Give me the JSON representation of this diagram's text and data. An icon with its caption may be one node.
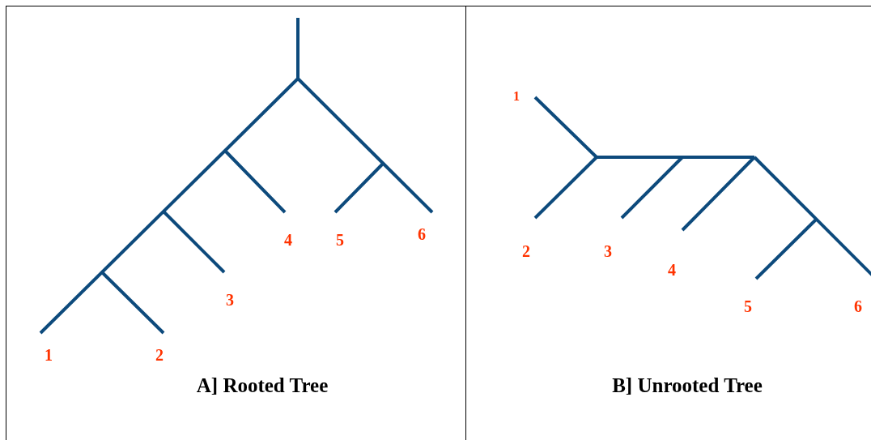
{
  "diagram": {
    "nodes": [
      {
        "text": [
          "A] Rooted Tree"
        ]
      },
      {
        "text": [
          "B] Unrooted Tree"
        ]
      }
    ],
    "labels": [
      "1",
      "2",
      "3",
      "4",
      "5",
      "6",
      "1",
      "2",
      "3",
      "4",
      "5",
      "6"
    ]
  }
}
